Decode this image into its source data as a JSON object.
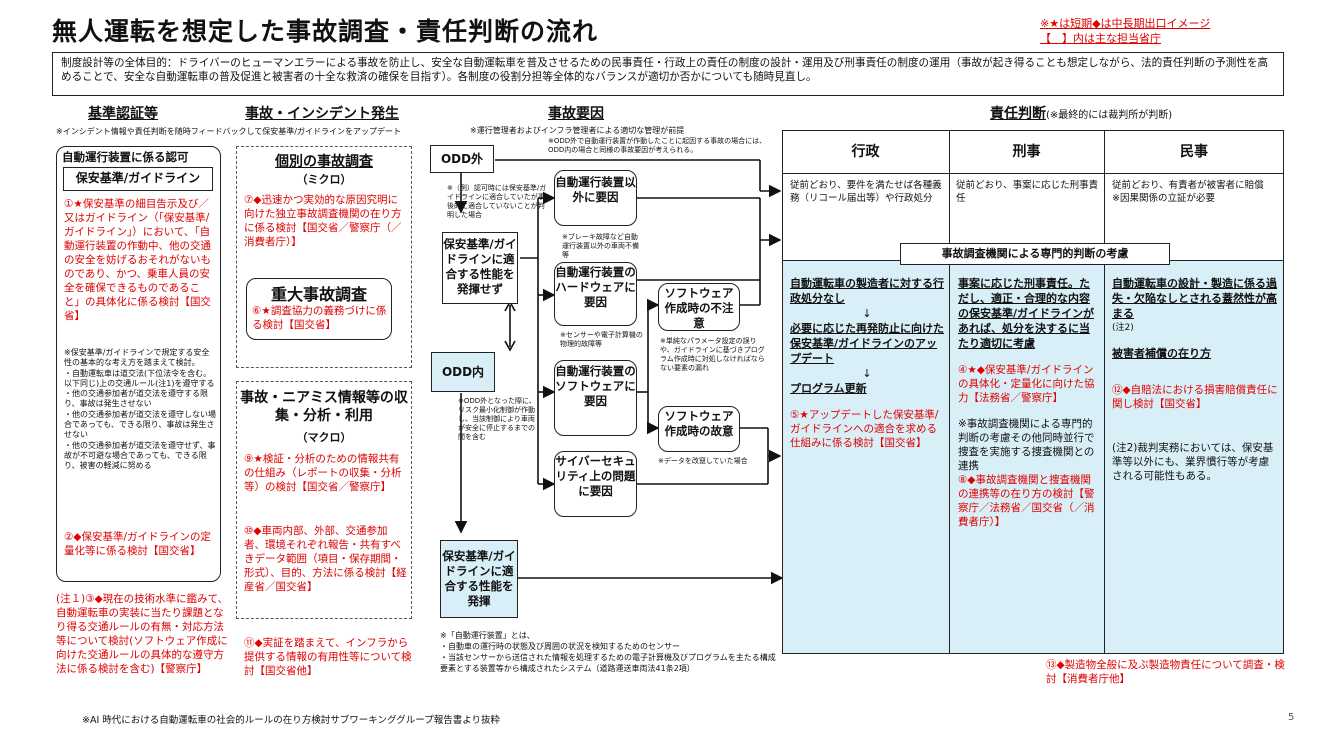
{
  "header": {
    "title": "無人運転を想定した事故調査・責任判断の流れ",
    "legend_line1": "※★は短期◆は中長期出口イメージ",
    "legend_line2": "【　】内は主な担当省庁",
    "purpose": "制度設計等の全体目的：ドライバーのヒューマンエラーによる事故を防止し、安全な自動運転車を普及させるための民事責任・行政上の責任の制度の設計・運用及び刑事責任の制度の運用（事故が起き得ることも想定しながら、法的責任判断の予測性を高めることで、安全な自動運転車の普及促進と被害者の十全な救済の確保を目指す）。各制度の役割分担等全体的なバランスが適切か否かについても随時見直し。"
  },
  "columns": {
    "kijun": "基準認証等",
    "jiko": "事故・インシデント発生",
    "youin": "事故要因",
    "sekinin": "責任判断",
    "sekinin_note": "(※最終的には裁判所が判断)"
  },
  "notes": {
    "feedback": "※インシデント情報や責任判断を随時フィードバックして保安基準/ガイドラインをアップデート",
    "kanri": "※運行管理者およびインフラ管理者による適切な管理が前提",
    "odd_out_note": "※ODD外で自動運行装置が作動したことに起因する事故の場合には、ODD内の場合と同様の事故要因が考えられる。",
    "example": "※（例）認可時には保安基準/ガイドラインに適合していたが事後的に適合していないことが判明した場合",
    "brake": "※ブレーキ故障など自動運行装置以外の車両不備等",
    "sensor_fail": "※センサーや電子計算機の物理的故障等",
    "param": "※単純なパラメータ設定の誤りや、ガイドラインに基づきプログラム作成時に対処しなければならない要素の漏れ",
    "data": "※データを改竄していた場合",
    "odd_in_note": "※ODD外となった際に、リスク最小化制御が作動し、当該制御により車両が安全に停止するまでの間を含む",
    "device_title": "※「自動運行装置」とは、",
    "device_1": "・自動車の運行時の状態及び周囲の状況を検知するためのセンサー",
    "device_2": "・当該センサーから送信された情報を処理するための電子計算機及びプログラムを主たる構成要素とする装置等から構成されたシステム（道路運送車両法41条2項）",
    "footer": "※AI 時代における自動運転車の社会的ルールの在り方検討サブワーキンググループ報告書より抜粋",
    "page_no": "5"
  },
  "kijun": {
    "cert_title": "自動運行装置に係る認可",
    "std_title": "保安基準/ガイドライン",
    "item1": "①★保安基準の細目告示及び／又はガイドライン（「保安基準/ガイドライン」）において、「自動運行装置の作動中、他の交通の安全を妨げるおそれがないものであり、かつ、乗車人員の安全を確保できるものであること」の具体化に係る検討【国交省】",
    "black_note": "※保安基準/ガイドラインで規定する安全性の基本的な考え方を踏まえて検討。\n・自動運転車は道交法(下位法令を含む。以下同じ)上の交通ルール(注1)を遵守する\n・他の交通参加者が道交法を遵守する限り、事故は発生させない\n・他の交通参加者が道交法を遵守しない場合であっても、できる限り、事故は発生させない\n・他の交通参加者が道交法を遵守せず、事故が不可避な場合であっても、できる限り、被害の軽減に努める",
    "item2": "②◆保安基準/ガイドラインの定量化等に係る検討【国交省】",
    "item3": "(注１)③◆現在の技術水準に鑑みて、自動運転車の実装に当たり課題となり得る交通ルールの有無・対応方法等について検討(ソフトウェア作成に向けた交通ルールの具体的な遵守方法に係る検討を含む)【警察庁】"
  },
  "jiko": {
    "kobetsu_title": "個別の事故調査",
    "kobetsu_sub": "（ミクロ）",
    "item7": "⑦◆迅速かつ実効的な原因究明に向けた独立事故調査機関の在り方に係る検討【国交省／警察庁（／消費者庁）】",
    "judai_title": "重大事故調査",
    "item6": "⑥★調査協力の義務づけに係る検討【国交省】",
    "shushu_title": "事故・ニアミス情報等の収集・分析・利用",
    "shushu_sub": "（マクロ）",
    "item9": "⑨★検証・分析のための情報共有の仕組み（レポートの収集・分析等）の検討【国交省／警察庁】",
    "item10": "⑩◆車両内部、外部、交通参加者、環境それぞれ報告・共有すべきデータ範囲（項目・保存期間・形式）、目的、方法に係る検討【経産省／国交省】",
    "item11": "⑪◆実証を踏まえて、インフラから提供する情報の有用性等について検討【国交省他】"
  },
  "youin": {
    "odd_out": "ODD外",
    "odd_in": "ODD内",
    "not_meet": "保安基準/ガイドラインに適合する性能を発揮せず",
    "other": "自動運行装置以外に要因",
    "hardware": "自動運行装置のハードウェアに要因",
    "software": "自動運行装置のソフトウェアに要因",
    "cyber": "サイバーセキュリティ上の問題に要因",
    "sw_care": "ソフトウェア作成時の不注意",
    "sw_intent": "ソフトウェア作成時の故意",
    "meet": "保安基準/ガイドラインに適合する性能を発揮"
  },
  "sekinin": {
    "gyosei": "行政",
    "keiji": "刑事",
    "minji": "民事",
    "gyosei_desc": "従前どおり、要件を満たせば各種義務（リコール届出等）や行政処分",
    "keiji_desc": "従前どおり、事案に応じた刑事責任",
    "minji_desc": "従前どおり、有責者が被害者に賠償\n※因果関係の立証が必要",
    "center_title": "事故調査機関による専門的判断の考慮",
    "g_bold1": "自動運転車の製造者に対する行政処分なし",
    "g_arrow1": "↓",
    "g_bold2": "必要に応じた再発防止に向けた保安基準/ガイドラインのアップデート",
    "g_arrow2": "↓",
    "g_bold3": "プログラム更新",
    "item5": "⑤★アップデートした保安基準/ガイドラインへの適合を求める仕組みに係る検討【国交省】",
    "k_bold": "事案に応じた刑事責任。ただし、適正・合理的な内容の保安基準/ガイドラインがあれば、処分を決するに当たり適切に考慮",
    "item4": "④★◆保安基準/ガイドラインの具体化・定量化に向けた協力【法務省／警察庁】",
    "k_black": "※事故調査機関による専門的判断の考慮その他同時並行で捜査を実施する捜査機関との連携",
    "item8": "⑧◆事故調査機関と捜査機関の連携等の在り方の検討【警察庁／法務省／国交省（／消費者庁）】",
    "m_bold1": "自動運転車の設計・製造に係る過失・欠陥なしとされる蓋然性が高まる",
    "m_note2": "(注2)",
    "m_bold2": "被害者補償の在り方",
    "item12": "⑫◆自賠法における損害賠償責任に関し検討【国交省】",
    "m_black": "(注2)裁判実務においては、保安基準等以外にも、業界慣行等が考慮される可能性もある。",
    "item13": "⑬◆製造物全般に及ぶ製造物責任について調査・検討【消費者庁他】"
  }
}
